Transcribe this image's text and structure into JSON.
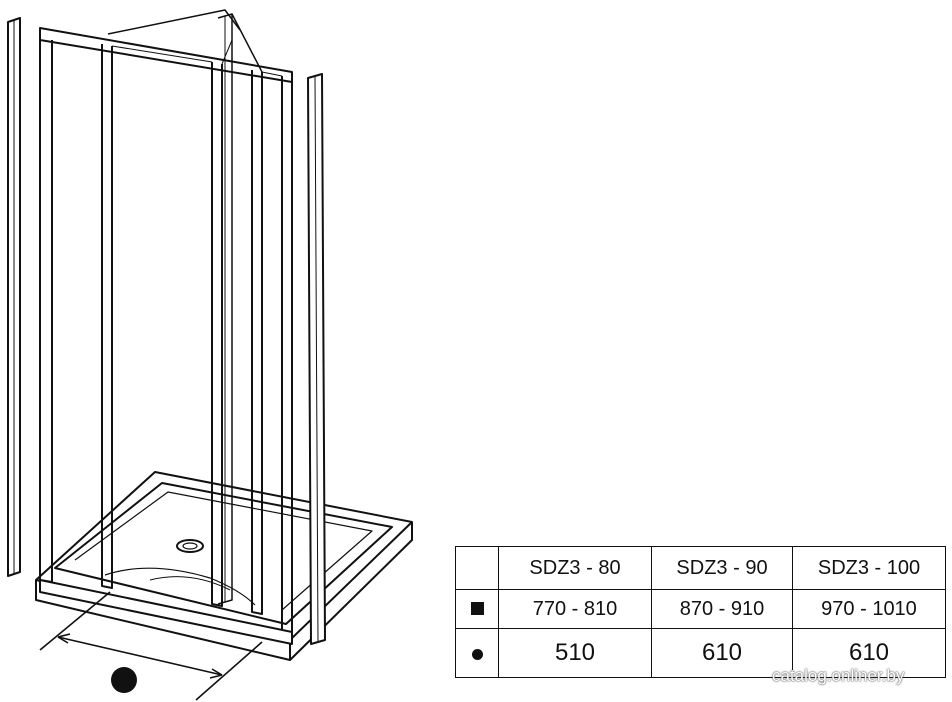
{
  "diagram": {
    "legend_symbols": {
      "square": "square-symbol",
      "circle": "circle-symbol"
    }
  },
  "table": {
    "header": [
      "",
      "SDZ3 - 80",
      "SDZ3 - 90",
      "SDZ3 - 100"
    ],
    "rows": [
      {
        "symbol": "square",
        "values": [
          "770 - 810",
          "870 - 910",
          "970 - 1010"
        ]
      },
      {
        "symbol": "circle",
        "values": [
          "510",
          "610",
          "610"
        ]
      }
    ]
  },
  "watermark": "catalog.onliner.by"
}
